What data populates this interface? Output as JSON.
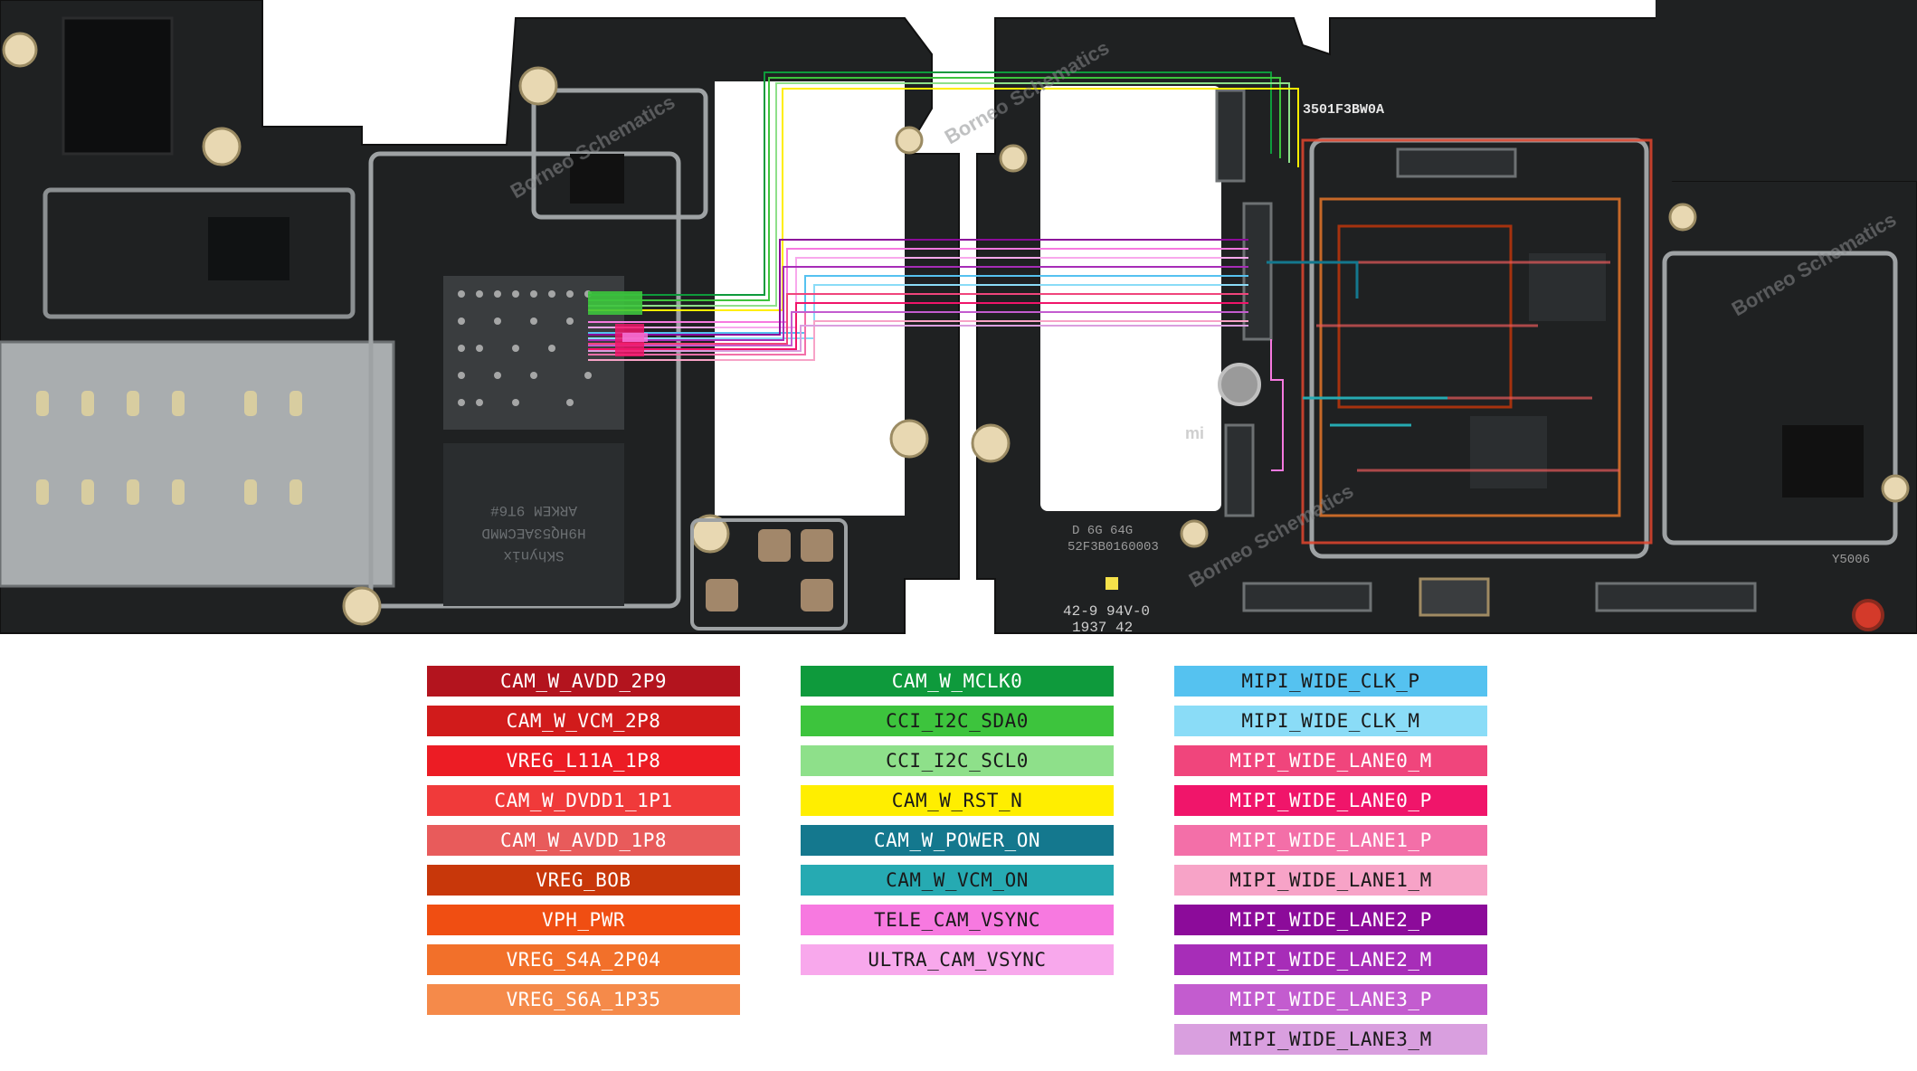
{
  "board_marks": {
    "part_code": "3501F3BW0A",
    "mi_logo": "mi",
    "board_code_1": "D 6G 64G",
    "board_code_2": "52F3B0160003",
    "date_code": "42-9 94V-0",
    "date_code_2": "1937 42",
    "corner_code": "Y5006",
    "chip_text_1": "ARKEM 9T6#",
    "chip_text_2": "H9HQ53AECMMD",
    "chip_text_3": "SKhynix",
    "watermark": "Borneo Schematics"
  },
  "legend": {
    "col1": [
      {
        "label": "CAM_W_AVDD_2P9",
        "bg": "#b3141e",
        "fg": "#ffffff"
      },
      {
        "label": "CAM_W_VCM_2P8",
        "bg": "#d11b1b",
        "fg": "#ffffff"
      },
      {
        "label": "VREG_L11A_1P8",
        "bg": "#ec1c24",
        "fg": "#ffffff"
      },
      {
        "label": "CAM_W_DVDD1_1P1",
        "bg": "#f03a3a",
        "fg": "#ffffff"
      },
      {
        "label": "CAM_W_AVDD_1P8",
        "bg": "#e85b5b",
        "fg": "#ffffff"
      },
      {
        "label": "VREG_BOB",
        "bg": "#c8370a",
        "fg": "#ffffff"
      },
      {
        "label": "VPH_PWR",
        "bg": "#f04e12",
        "fg": "#ffffff"
      },
      {
        "label": "VREG_S4A_2P04",
        "bg": "#f2702a",
        "fg": "#ffffff"
      },
      {
        "label": "VREG_S6A_1P35",
        "bg": "#f58a4a",
        "fg": "#ffffff"
      }
    ],
    "col2": [
      {
        "label": "CAM_W_MCLK0",
        "bg": "#0e9a3c",
        "fg": "#ffffff"
      },
      {
        "label": "CCI_I2C_SDA0",
        "bg": "#3dc43d",
        "fg": "#1a1a1a"
      },
      {
        "label": "CCI_I2C_SCL0",
        "bg": "#8ee08a",
        "fg": "#1a1a1a"
      },
      {
        "label": "CAM_W_RST_N",
        "bg": "#ffee00",
        "fg": "#1a1a1a"
      },
      {
        "label": "CAM_W_POWER_ON",
        "bg": "#14788e",
        "fg": "#ffffff"
      },
      {
        "label": "CAM_W_VCM_ON",
        "bg": "#26aab2",
        "fg": "#1a1a1a"
      },
      {
        "label": "TELE_CAM_VSYNC",
        "bg": "#f779e0",
        "fg": "#1a1a1a"
      },
      {
        "label": "ULTRA_CAM_VSYNC",
        "bg": "#f8a8ec",
        "fg": "#1a1a1a"
      }
    ],
    "col3": [
      {
        "label": "MIPI_WIDE_CLK_P",
        "bg": "#55c2f0",
        "fg": "#1a1a1a"
      },
      {
        "label": "MIPI_WIDE_CLK_M",
        "bg": "#8adcf7",
        "fg": "#1a1a1a"
      },
      {
        "label": "MIPI_WIDE_LANE0_M",
        "bg": "#f0457c",
        "fg": "#ffffff"
      },
      {
        "label": "MIPI_WIDE_LANE0_P",
        "bg": "#f0156a",
        "fg": "#ffffff"
      },
      {
        "label": "MIPI_WIDE_LANE1_P",
        "bg": "#f36fa8",
        "fg": "#ffffff"
      },
      {
        "label": "MIPI_WIDE_LANE1_M",
        "bg": "#f7a3c7",
        "fg": "#1a1a1a"
      },
      {
        "label": "MIPI_WIDE_LANE2_P",
        "bg": "#8c0b9a",
        "fg": "#ffffff"
      },
      {
        "label": "MIPI_WIDE_LANE2_M",
        "bg": "#a72db8",
        "fg": "#ffffff"
      },
      {
        "label": "MIPI_WIDE_LANE3_P",
        "bg": "#c35ccf",
        "fg": "#ffffff"
      },
      {
        "label": "MIPI_WIDE_LANE3_M",
        "bg": "#d99fdf",
        "fg": "#1a1a1a"
      }
    ]
  }
}
